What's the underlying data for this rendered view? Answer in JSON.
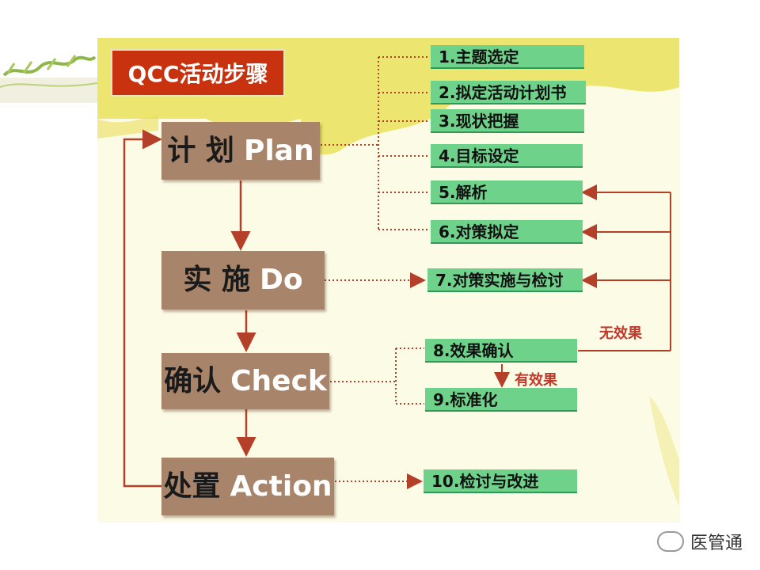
{
  "title": "QCC活动步骤",
  "phases": [
    {
      "zh": "计 划",
      "en": "Plan"
    },
    {
      "zh": "实 施",
      "en": "Do"
    },
    {
      "zh": "确认",
      "en": "Check"
    },
    {
      "zh": "处置",
      "en": "Action"
    }
  ],
  "steps": [
    "1.主题选定",
    "2.拟定活动计划书",
    "3.现状把握",
    "4.目标设定",
    "5.解析",
    "6.对策拟定",
    "7.对策实施与检讨",
    "8.效果确认",
    "9.标准化",
    "10.检讨与改进"
  ],
  "notes": {
    "no_effect": "无效果",
    "effective": "有效果"
  },
  "brand": "医管通",
  "colors": {
    "title_bg": "#c8320f",
    "phase_bg": "#a8856a",
    "step_bg": "#6fd28a",
    "arrow": "#b5402a",
    "dotted": "#b5402a"
  }
}
